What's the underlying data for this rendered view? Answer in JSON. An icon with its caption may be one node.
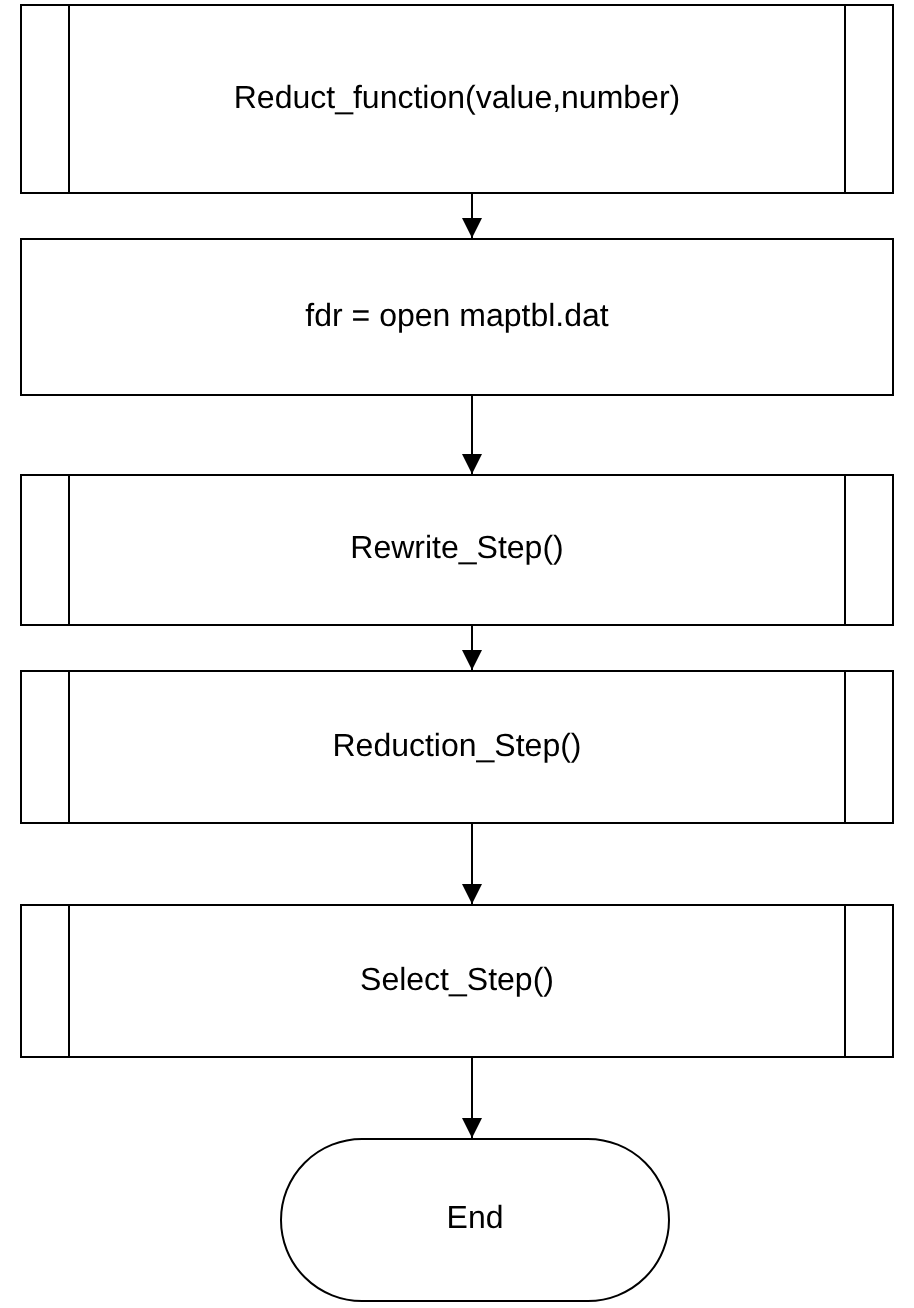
{
  "diagram": {
    "nodes": [
      {
        "text": [
          "Reduct_function(value,number)"
        ]
      },
      {
        "text": [
          "fdr = open maptbl.dat"
        ]
      },
      {
        "text": [
          "Rewrite_Step()"
        ]
      },
      {
        "text": [
          "Reduction_Step()"
        ]
      },
      {
        "text": [
          "Select_Step()"
        ]
      },
      {
        "text": [
          "End"
        ]
      }
    ],
    "edges": [
      {
        "from": 0,
        "to": 1,
        "arrow": "to"
      },
      {
        "from": 1,
        "to": 2,
        "arrow": "to"
      },
      {
        "from": 2,
        "to": 3,
        "arrow": "to"
      },
      {
        "from": 3,
        "to": 4,
        "arrow": "to"
      },
      {
        "from": 4,
        "to": 5,
        "arrow": "to"
      }
    ]
  }
}
